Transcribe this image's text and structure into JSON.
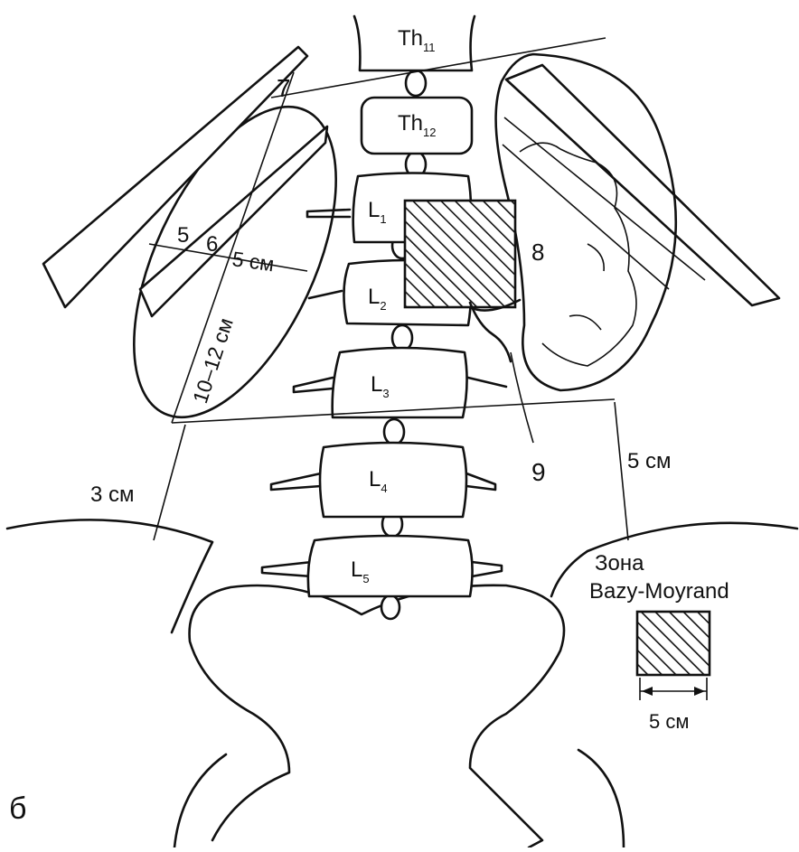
{
  "figure": {
    "panel_letter": "б",
    "vertebrae": {
      "th11": {
        "base": "Th",
        "sub": "11"
      },
      "th12": {
        "base": "Th",
        "sub": "12"
      },
      "l1": {
        "base": "L",
        "sub": "1"
      },
      "l2": {
        "base": "L",
        "sub": "2"
      },
      "l3": {
        "base": "L",
        "sub": "3"
      },
      "l4": {
        "base": "L",
        "sub": "4"
      },
      "l5": {
        "base": "L",
        "sub": "5"
      }
    },
    "labels": {
      "num_7": "7",
      "num_5": "5",
      "num_6": "6",
      "num_8": "8",
      "num_9": "9",
      "width_label": "5 см",
      "length_label": "10–12 см",
      "left_distance": "3 см",
      "right_distance": "5 см"
    },
    "legend": {
      "title_line1": "Зона",
      "title_line2": "Bazy-Moyrand",
      "scale_label": "5 см"
    }
  }
}
